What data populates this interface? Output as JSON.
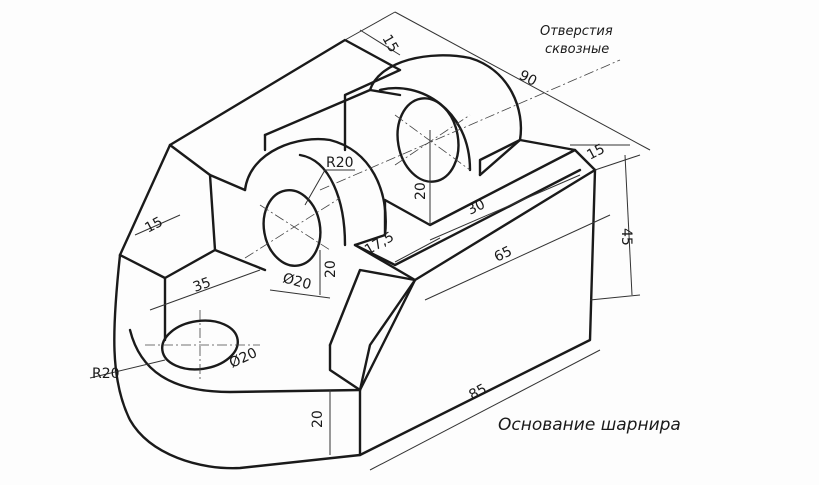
{
  "title": "Основание шарнира",
  "note": [
    "Отверстия",
    "сквозные"
  ],
  "dimensions": {
    "total_length": "90",
    "top_rib_width": "15",
    "right_step_width": "15",
    "height": "45",
    "boss_radius": "R20",
    "slot_depth": "20",
    "slot_width": "30",
    "slot_offset": "17,5",
    "right_block_length": "65",
    "left_rib_width": "15",
    "hole_offset": "35",
    "boss_hole_diameter": "Ø20",
    "boss_hole_height": "20",
    "base_radius": "R20",
    "base_hole_diameter": "Ø20",
    "base_length": "85",
    "base_height": "20"
  }
}
